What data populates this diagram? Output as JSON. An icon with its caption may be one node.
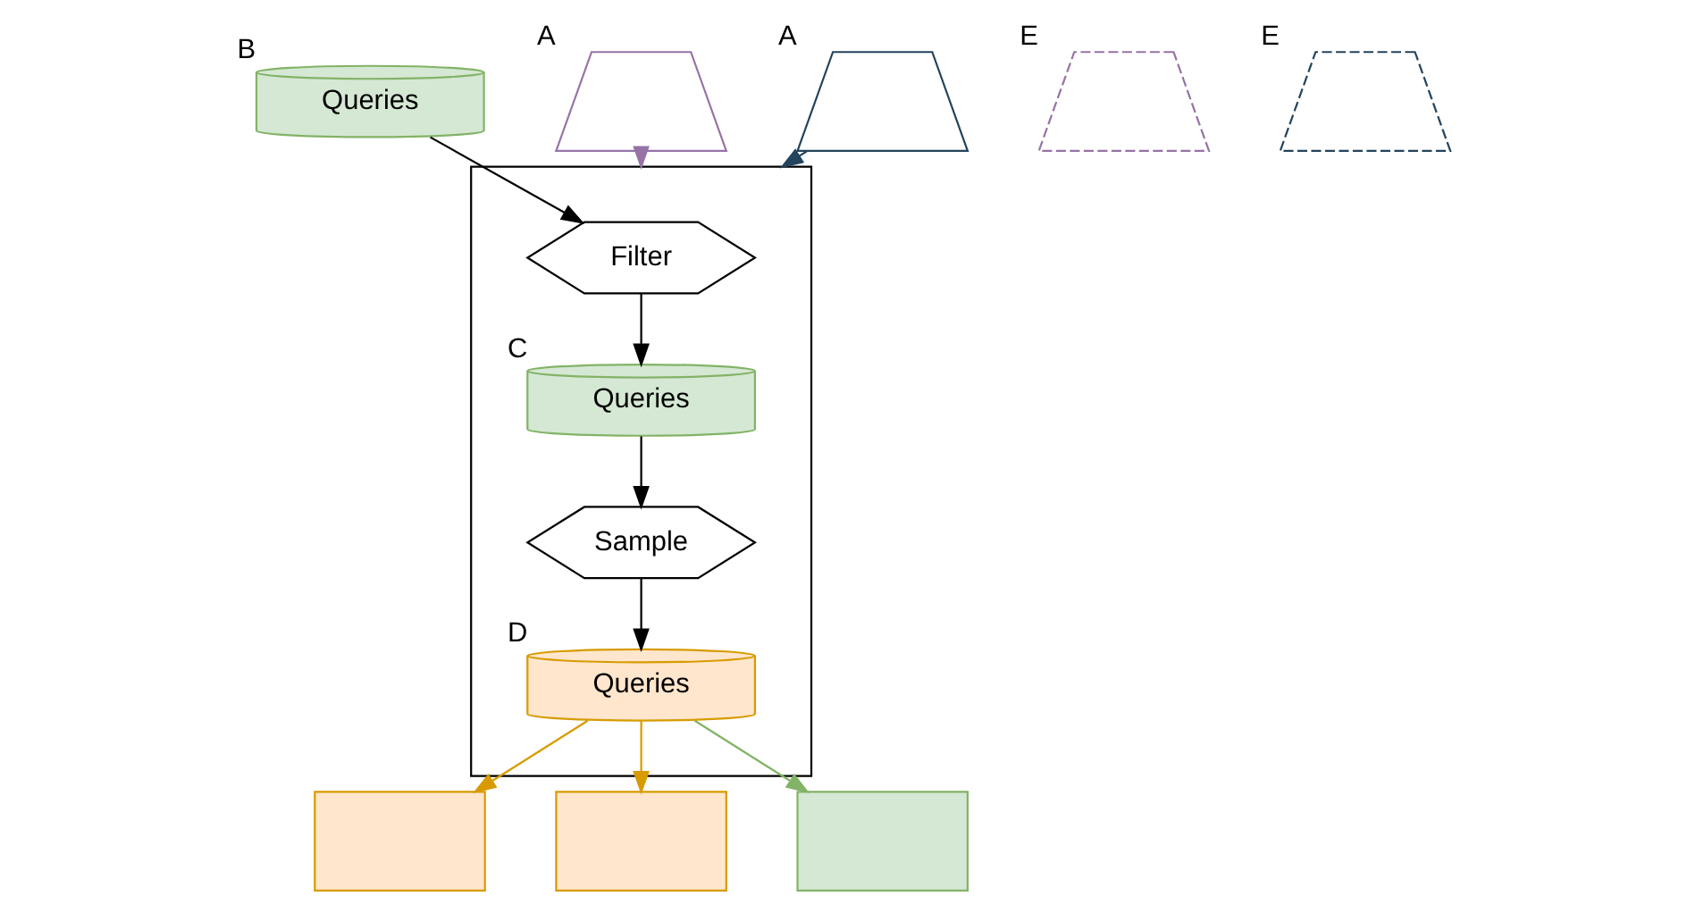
{
  "diagram": {
    "nodes": [
      {
        "text": [],
        "shape": "box"
      },
      {
        "text": [
          "Filter"
        ],
        "in": 0
      },
      {
        "text": [
          "Queries"
        ],
        "in": 0,
        "beside": [
          "C"
        ]
      },
      {
        "text": [
          "Sample"
        ],
        "in": 0
      },
      {
        "text": [
          "Queries"
        ],
        "in": 0,
        "beside": [
          "D"
        ]
      },
      {
        "text": [
          "Queries"
        ],
        "beside": [
          "B"
        ]
      },
      {
        "text": [],
        "shape": "curve",
        "beside": [
          "A"
        ]
      },
      {
        "text": [],
        "shape": "curve",
        "beside": [
          "A"
        ]
      },
      {
        "text": [],
        "shape": "box"
      },
      {
        "text": [],
        "shape": "box"
      },
      {
        "text": [],
        "shape": "box"
      },
      {
        "text": [],
        "shape": "curve",
        "beside": [
          "E"
        ]
      },
      {
        "text": [],
        "shape": "curve",
        "beside": [
          "E"
        ]
      }
    ],
    "edges": [
      {
        "from": 6,
        "to": 0,
        "arrow": "to",
        "style": "dashed",
        "color": "#9673a6"
      },
      {
        "from": 7,
        "to": 0,
        "arrow": "to",
        "style": "dashed",
        "color": "#23445d"
      },
      {
        "from": 5,
        "to": 1,
        "arrow": "to"
      },
      {
        "from": 1,
        "to": 2,
        "arrow": "to"
      },
      {
        "from": 2,
        "to": 3,
        "arrow": "to"
      },
      {
        "from": 3,
        "to": 4,
        "arrow": "to"
      },
      {
        "from": 4,
        "to": 8,
        "arrow": "to",
        "color": "#d79b00"
      },
      {
        "from": 4,
        "to": 9,
        "arrow": "to",
        "color": "#d79b00"
      },
      {
        "from": 4,
        "to": 10,
        "arrow": "to",
        "color": "#82b366"
      }
    ]
  }
}
